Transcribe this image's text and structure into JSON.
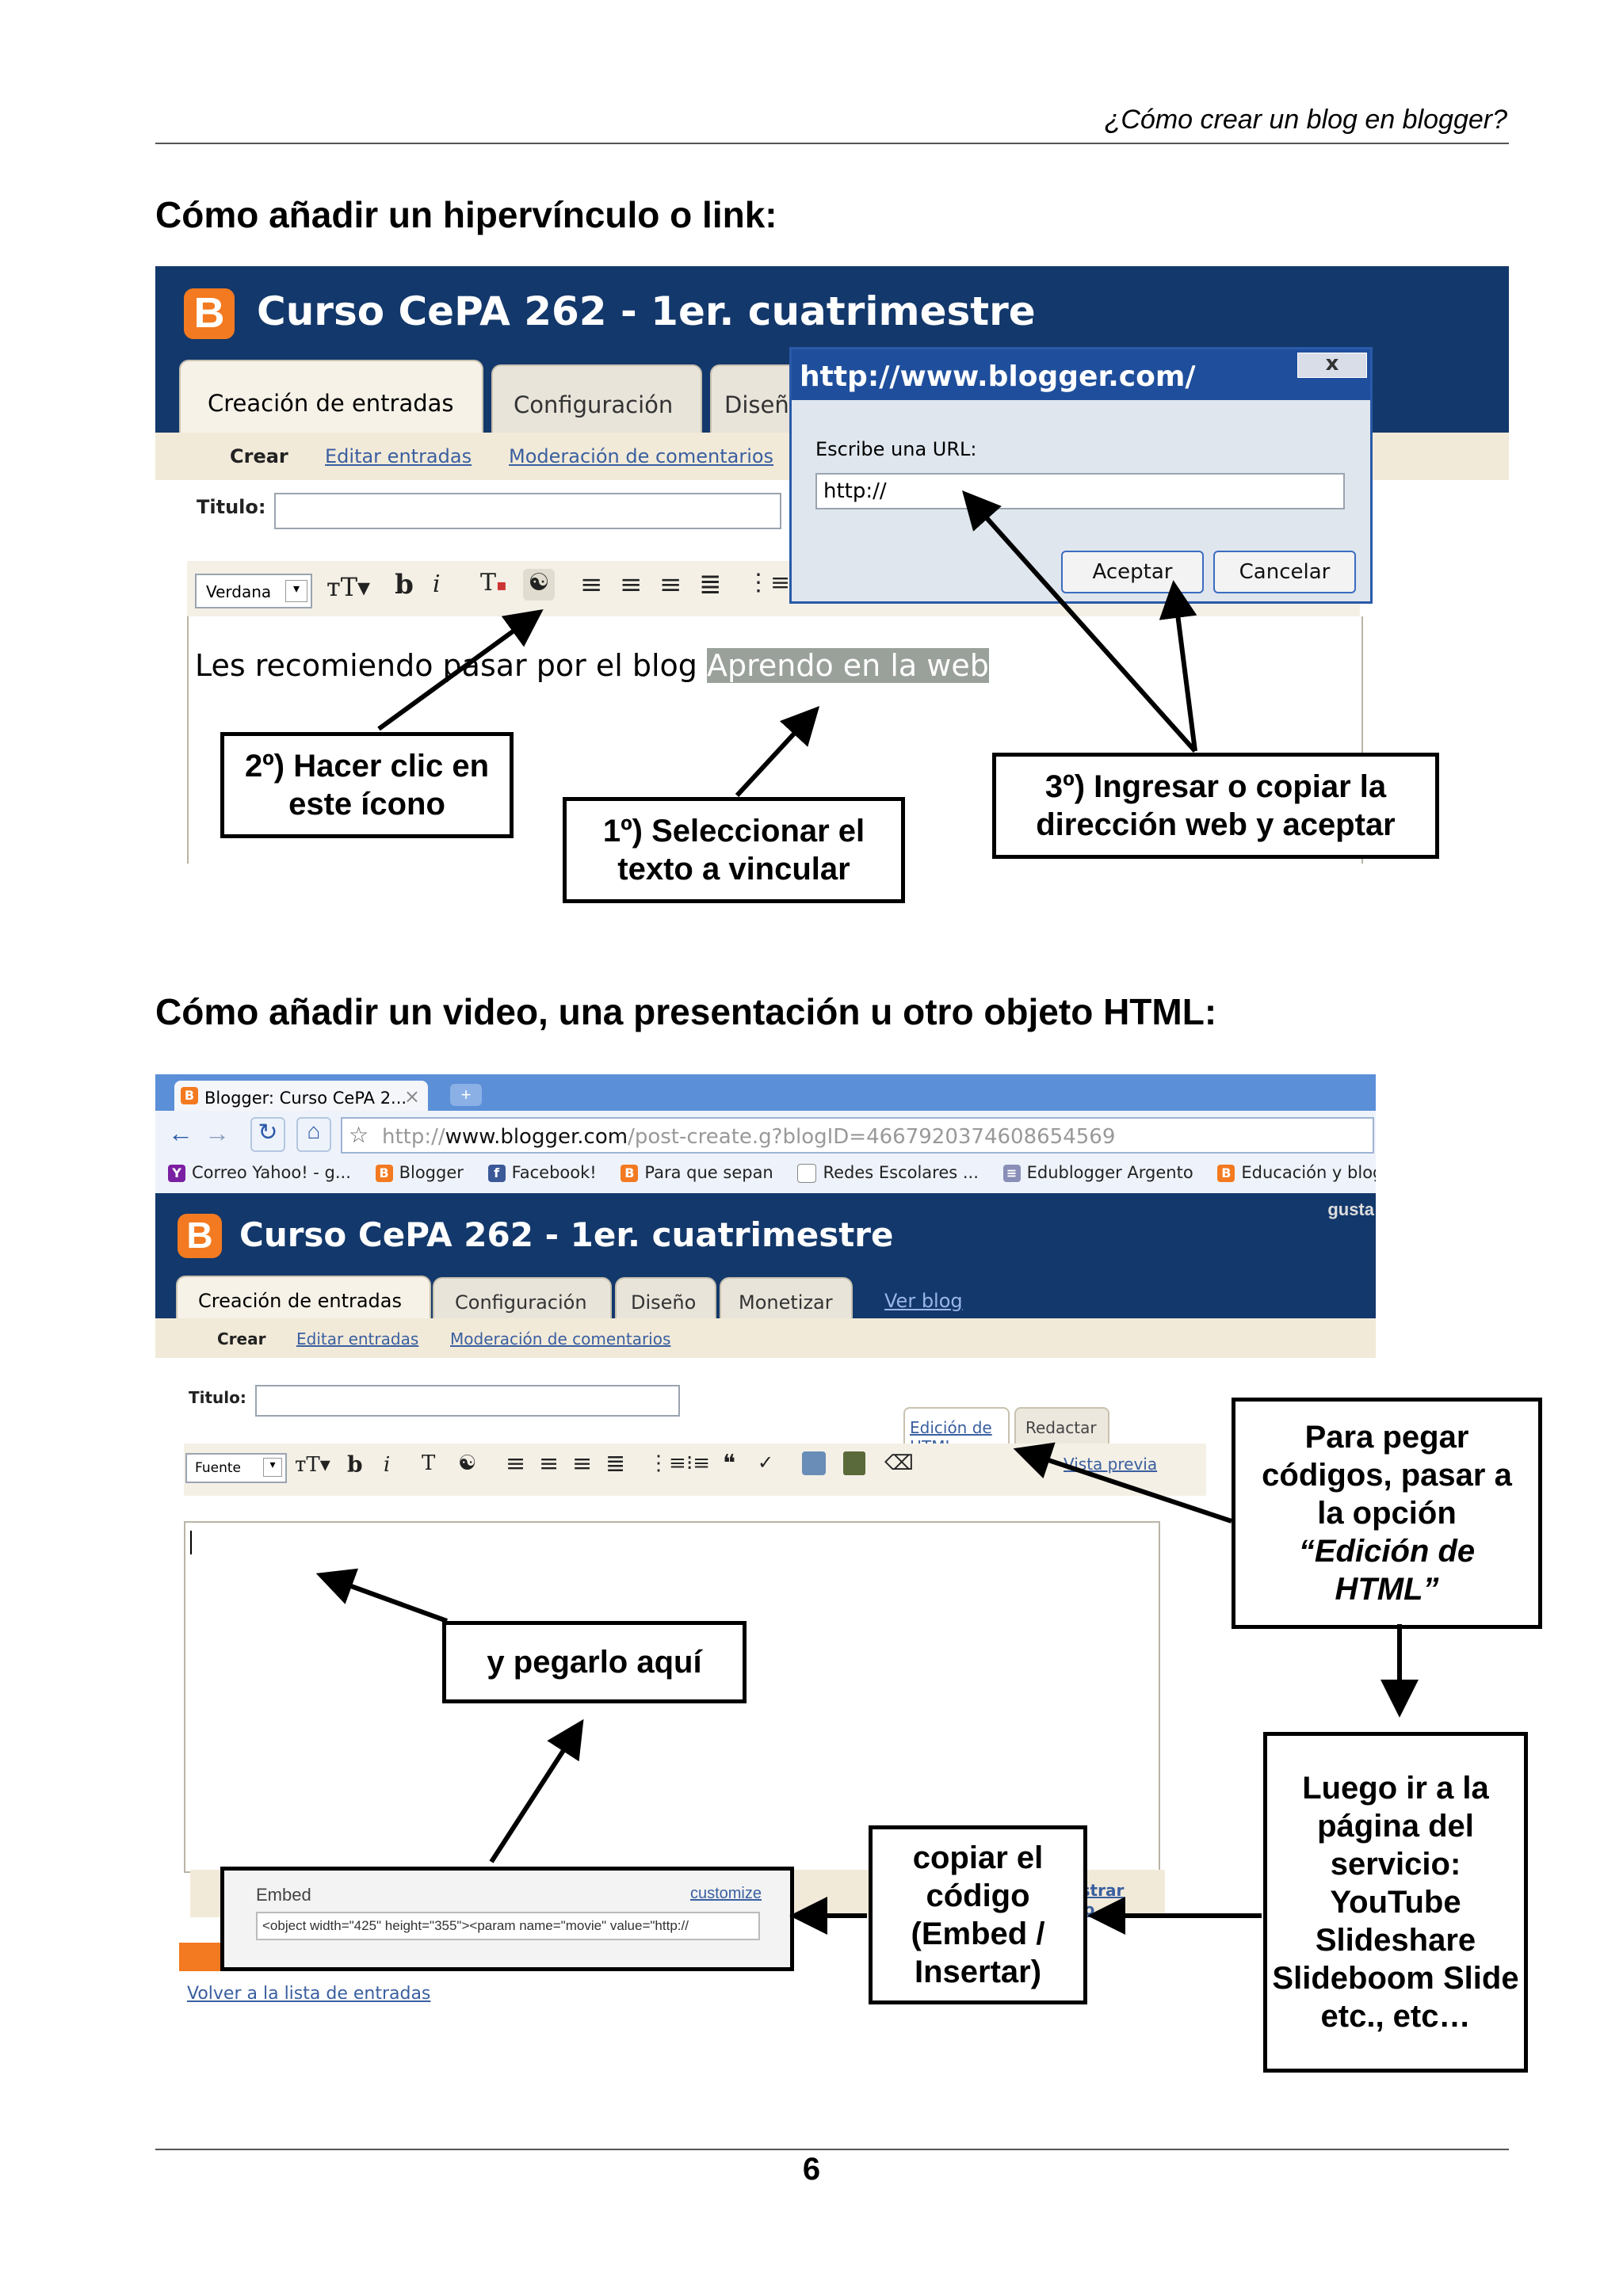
{
  "header": {
    "title": "¿Cómo crear un blog en blogger?"
  },
  "section1": {
    "title": "Cómo añadir un hipervínculo o link:",
    "blog": {
      "logo_letter": "B",
      "name": "Curso CePA 262 - 1er. cuatrimestre"
    },
    "tabs": [
      "Creación de entradas",
      "Configuración",
      "Diseño"
    ],
    "subtabs": [
      "Crear",
      "Editar entradas",
      "Moderación de comentarios"
    ],
    "title_label": "Titulo:",
    "font_select": "Verdana",
    "editor_text_plain": "Les recomiendo pasar por el blog ",
    "editor_text_link": "Aprendo en la web",
    "dialog": {
      "title": "http://www.blogger.com/",
      "close": "x",
      "prompt": "Escribe una URL:",
      "value": "http://",
      "ok": "Aceptar",
      "cancel": "Cancelar"
    },
    "callouts": {
      "step2": "2º) Hacer clic en este ícono",
      "step1": "1º) Seleccionar el texto a vincular",
      "step3": "3º) Ingresar o copiar la dirección web y aceptar"
    }
  },
  "section2": {
    "title": "Cómo añadir un video, una presentación u otro objeto HTML:",
    "browser": {
      "tab_title": "Blogger: Curso CePA 2...",
      "tab_close": "×",
      "url_prefix": "http://",
      "url_host": "www.blogger.com",
      "url_rest": "/post-create.g?blogID=4667920374608654569",
      "bookmarks": [
        "Correo Yahoo! - g...",
        "Blogger",
        "Facebook!",
        "Para que sepan",
        "Redes Escolares ...",
        "Edublogger Argento",
        "Educación y blogs"
      ]
    },
    "blog": {
      "logo_letter": "B",
      "name": "Curso CePA 262 - 1er. cuatrimestre",
      "corner_text": "gusta"
    },
    "tabs": [
      "Creación de entradas",
      "Configuración",
      "Diseño",
      "Monetizar"
    ],
    "view_blog": "Ver blog",
    "subtabs": [
      "Crear",
      "Editar entradas",
      "Moderación de comentarios"
    ],
    "title_label": "Titulo:",
    "mode_tabs": [
      "Edición de HTML",
      "Redactar"
    ],
    "preview": "Vista previa",
    "font_select": "Fuente",
    "show_all": "Mostrar todo",
    "back_link": "Volver a la lista de entradas",
    "embed": {
      "label": "Embed",
      "customize": "customize",
      "code": "<object width=\"425\" height=\"355\"><param name=\"movie\" value=\"http://"
    },
    "callouts": {
      "paste_codes": [
        "Para pegar",
        "códigos, pasar a",
        "la opción"
      ],
      "paste_codes_em": [
        "“Edición de",
        "HTML”"
      ],
      "paste_here": "y pegarlo aquí",
      "copy_code": "copiar el código (Embed / Insertar)",
      "then_go": "Luego ir a la página del servicio: YouTube Slideshare Slideboom Slide etc., etc…"
    }
  },
  "footer": {
    "page_number": "6"
  },
  "colors": {
    "blogger_header": "#13386b",
    "blogger_orange": "#f37a20",
    "link_blue": "#3a5fa0"
  }
}
